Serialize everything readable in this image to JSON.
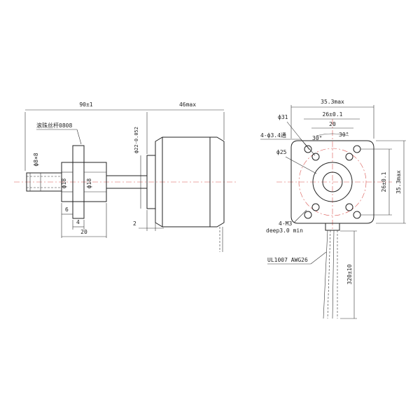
{
  "colors": {
    "line": "#222222",
    "centerline": "#d9534f",
    "background": "#ffffff"
  },
  "side_view": {
    "dim_length": "90±1",
    "dim_motor_length": "46max",
    "lead_screw_label": "滚珠丝杆0808",
    "screw_diameter": "ф8×8",
    "nut_diameter_a": "ф18",
    "nut_diameter_b": "ф18",
    "boss_diameter": "ф22-0.052",
    "dim_6": "6",
    "dim_4": "4",
    "dim_20": "20",
    "dim_2": "2"
  },
  "front_view": {
    "dim_width": "35.3max",
    "dim_height": "35.3max",
    "dim_hole_spacing_x": "26±0.1",
    "dim_hole_spacing_y": "26±0.1",
    "dim_inner": "20",
    "bolt_circle": "ф31",
    "through_holes": "4-ф3.4通",
    "angle_left": "30°",
    "angle_right": "30°",
    "boss": "ф25",
    "tapped_holes": "4-M3",
    "tap_depth": "deep3.0 min",
    "wire_spec": "UL1007  AWG26",
    "wire_length": "320±10"
  }
}
